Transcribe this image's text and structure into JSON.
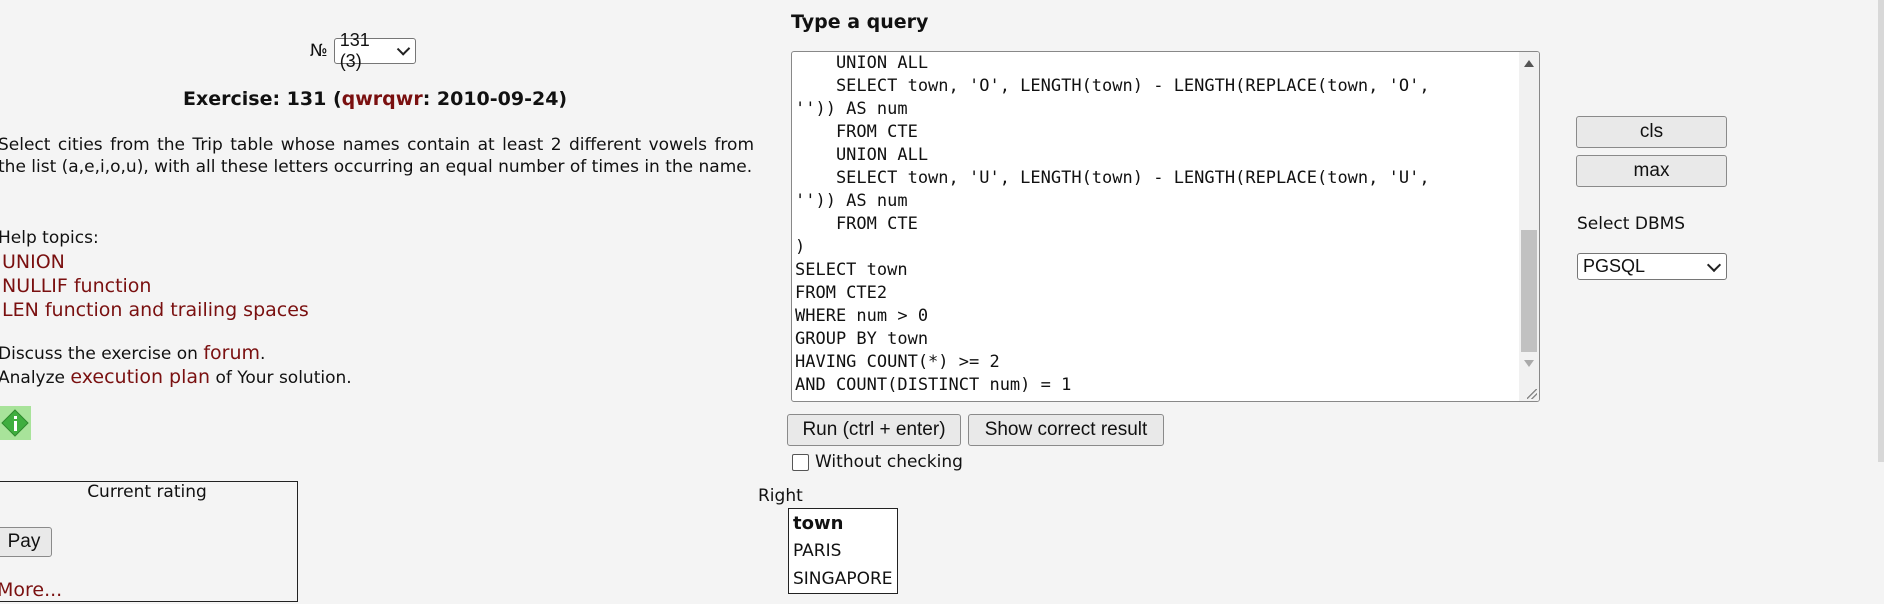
{
  "exercise": {
    "number_label": "№",
    "selected": "131 (3)",
    "title_prefix": "Exercise: 131 (",
    "author": "qwrqwr",
    "title_suffix": ": 2010-09-24)",
    "task_text": "Select cities from the Trip table whose names contain at least 2 different vowels from the list (a,e,i,o,u), with all these letters occurring an equal number of times in the name.",
    "help_label": "Help topics:",
    "help_links": [
      "UNION",
      "NULLIF function",
      "LEN function and trailing spaces"
    ],
    "discuss_prefix": "Discuss the exercise on ",
    "forum_link": "forum",
    "discuss_suffix": ".",
    "analyze_prefix": "Analyze ",
    "plan_link": "execution plan",
    "analyze_suffix": " of Your solution."
  },
  "rating": {
    "title": "Current rating",
    "pay": "Pay",
    "more": "More..."
  },
  "editor": {
    "label": "Type a query",
    "code": "    UNION ALL\n    SELECT town, 'O', LENGTH(town) - LENGTH(REPLACE(town, 'O',\n'')) AS num\n    FROM CTE\n    UNION ALL\n    SELECT town, 'U', LENGTH(town) - LENGTH(REPLACE(town, 'U',\n'')) AS num\n    FROM CTE\n)\nSELECT town\nFROM CTE2\nWHERE num > 0\nGROUP BY town\nHAVING COUNT(*) >= 2\nAND COUNT(DISTINCT num) = 1"
  },
  "actions": {
    "run": "Run (ctrl + enter)",
    "show": "Show correct result",
    "without_checking": "Without checking",
    "cls": "cls",
    "max": "max"
  },
  "dbms": {
    "label": "Select DBMS",
    "selected": "PGSQL"
  },
  "result": {
    "status": "Right",
    "header": "town",
    "rows": [
      "PARIS",
      "SINGAPORE"
    ]
  },
  "colors": {
    "link": "#7a1010",
    "background": "#f4f4f4"
  }
}
